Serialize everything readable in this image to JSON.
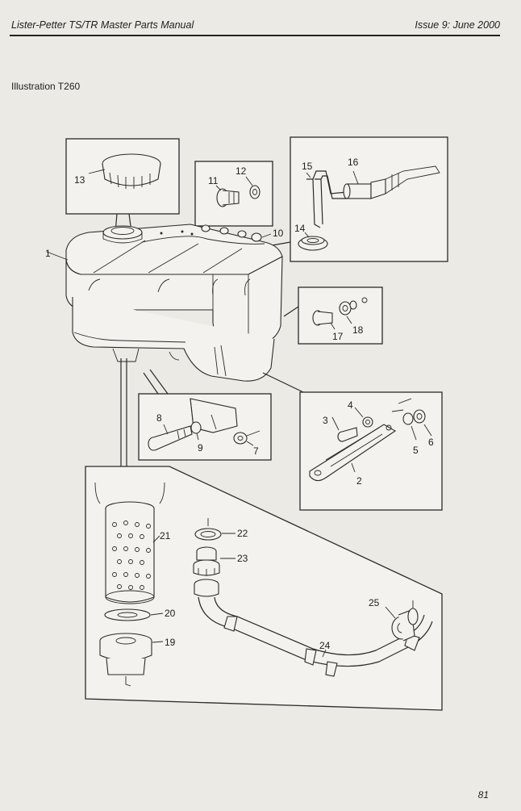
{
  "header": {
    "manual_title": "Lister-Petter TS/TR Master Parts Manual",
    "issue": "Issue 9: June 2000"
  },
  "illustration_label": "Illustration T260",
  "page_number": "81",
  "callouts": {
    "c1": "1",
    "c2": "2",
    "c3": "3",
    "c4": "4",
    "c5": "5",
    "c6": "6",
    "c7": "7",
    "c8": "8",
    "c9": "9",
    "c10": "10",
    "c11": "11",
    "c12": "12",
    "c13": "13",
    "c14": "14",
    "c15": "15",
    "c16": "16",
    "c17": "17",
    "c18": "18",
    "c19": "19",
    "c20": "20",
    "c21": "21",
    "c22": "22",
    "c23": "23",
    "c24": "24",
    "c25": "25"
  }
}
